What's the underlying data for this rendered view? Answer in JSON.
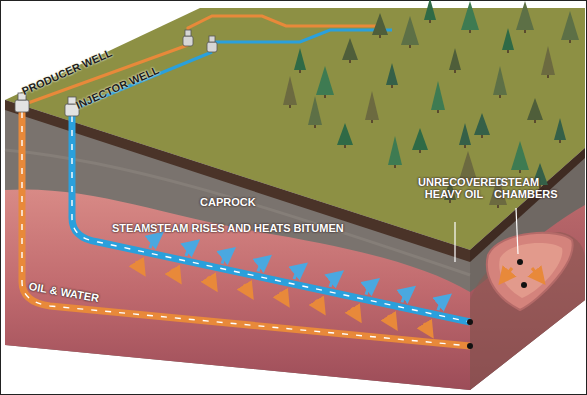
{
  "diagram": {
    "labels": [
      "PRODUCER WELL",
      "INJECTOR WELL",
      "CAPROCK",
      "STEAM",
      "STEAM RISES AND HEATS BITUMEN",
      "OIL & WATER",
      "UNRECOVERED HEAVY OIL",
      "STEAM CHAMBERS"
    ]
  }
}
